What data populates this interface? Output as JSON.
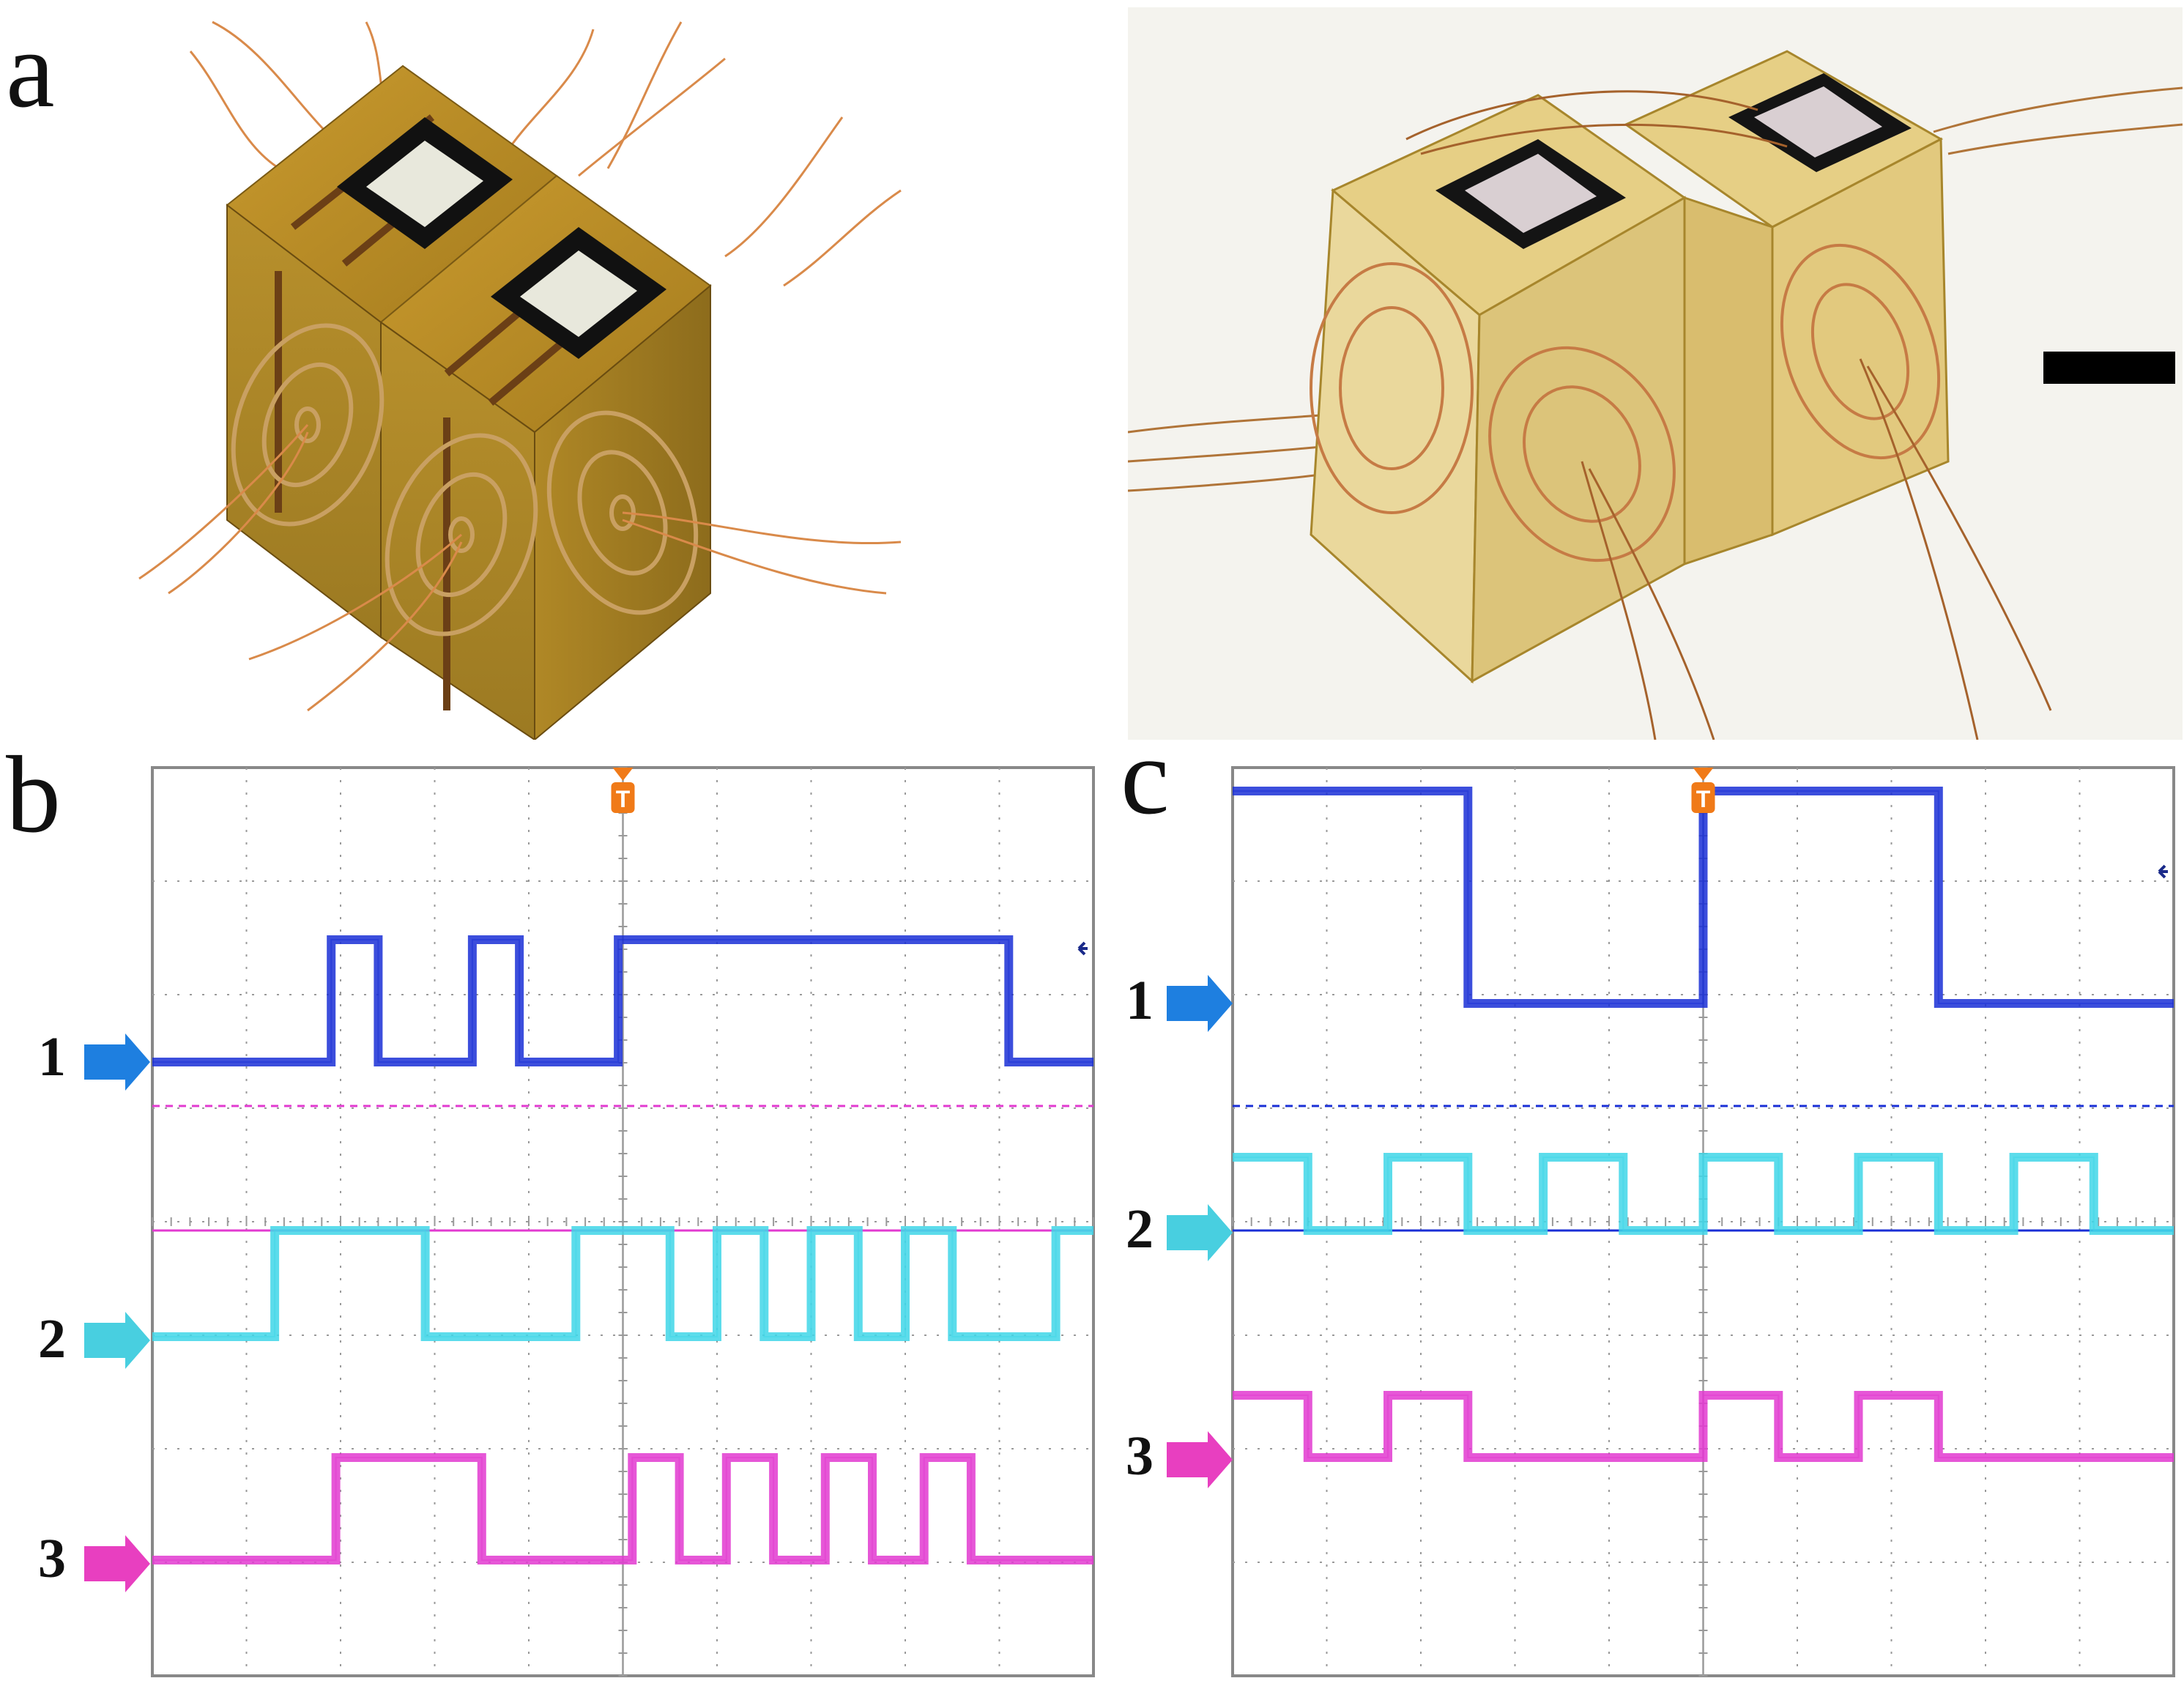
{
  "figure": {
    "panels": {
      "a": {
        "letter": "a"
      },
      "b": {
        "letter": "b"
      },
      "c": {
        "letter": "c"
      }
    },
    "channel_labels": [
      "1",
      "2",
      "3"
    ],
    "trigger_marker": "T",
    "colors": {
      "ch1": "#1a2fd6",
      "ch2": "#3fd6e8",
      "ch3": "#e23ad0",
      "arrow1": "#1e7fe0",
      "arrow2": "#48cfe0",
      "arrow3": "#e83fc0",
      "trigger": "#f07a18",
      "cube": "#b58a2a",
      "grid": "#9a9a9a"
    },
    "icons": {
      "trigger": "trigger-icon",
      "channel_arrow": "channel-arrow-icon",
      "scale_bar": "scale-bar-icon"
    }
  },
  "chart_data": [
    {
      "panel": "b",
      "type": "line",
      "grid_divisions": {
        "x": 10,
        "y": 8
      },
      "series": [
        {
          "label": "1",
          "levels": [
            [
              0,
              0
            ],
            [
              1.9,
              0
            ],
            [
              1.9,
              1
            ],
            [
              2.4,
              1
            ],
            [
              2.4,
              0
            ],
            [
              3.4,
              0
            ],
            [
              3.4,
              1
            ],
            [
              3.9,
              1
            ],
            [
              3.9,
              0
            ],
            [
              4.95,
              0
            ],
            [
              4.95,
              1
            ],
            [
              9.1,
              1
            ],
            [
              9.1,
              0
            ],
            [
              10,
              0
            ]
          ]
        },
        {
          "label": "2",
          "levels": [
            [
              0,
              0
            ],
            [
              1.3,
              0
            ],
            [
              1.3,
              1
            ],
            [
              2.9,
              1
            ],
            [
              2.9,
              0
            ],
            [
              4.5,
              0
            ],
            [
              4.5,
              1
            ],
            [
              5.5,
              1
            ],
            [
              5.5,
              0
            ],
            [
              6.0,
              0
            ],
            [
              6.0,
              1
            ],
            [
              6.5,
              1
            ],
            [
              6.5,
              0
            ],
            [
              7.0,
              0
            ],
            [
              7.0,
              1
            ],
            [
              7.5,
              1
            ],
            [
              7.5,
              0
            ],
            [
              8.0,
              0
            ],
            [
              8.0,
              1
            ],
            [
              8.5,
              1
            ],
            [
              8.5,
              0
            ],
            [
              9.6,
              0
            ],
            [
              9.6,
              1
            ],
            [
              10,
              1
            ]
          ]
        },
        {
          "label": "3",
          "levels": [
            [
              0,
              0
            ],
            [
              1.95,
              0
            ],
            [
              1.95,
              1
            ],
            [
              3.5,
              1
            ],
            [
              3.5,
              0
            ],
            [
              5.1,
              0
            ],
            [
              5.1,
              1
            ],
            [
              5.6,
              1
            ],
            [
              5.6,
              0
            ],
            [
              6.1,
              0
            ],
            [
              6.1,
              1
            ],
            [
              6.6,
              1
            ],
            [
              6.6,
              0
            ],
            [
              7.15,
              0
            ],
            [
              7.15,
              1
            ],
            [
              7.65,
              1
            ],
            [
              7.65,
              0
            ],
            [
              8.2,
              0
            ],
            [
              8.2,
              1
            ],
            [
              8.7,
              1
            ],
            [
              8.7,
              0
            ],
            [
              10,
              0
            ]
          ]
        }
      ]
    },
    {
      "panel": "c",
      "type": "line",
      "grid_divisions": {
        "x": 10,
        "y": 8
      },
      "series": [
        {
          "label": "1",
          "levels": [
            [
              0,
              1
            ],
            [
              2.5,
              1
            ],
            [
              2.5,
              0
            ],
            [
              5.0,
              0
            ],
            [
              5.0,
              1
            ],
            [
              7.5,
              1
            ],
            [
              7.5,
              0
            ],
            [
              10,
              0
            ]
          ]
        },
        {
          "label": "2",
          "levels": [
            [
              0,
              1
            ],
            [
              0.8,
              1
            ],
            [
              0.8,
              0
            ],
            [
              1.65,
              0
            ],
            [
              1.65,
              1
            ],
            [
              2.5,
              1
            ],
            [
              2.5,
              0
            ],
            [
              3.3,
              0
            ],
            [
              3.3,
              1
            ],
            [
              4.15,
              1
            ],
            [
              4.15,
              0
            ],
            [
              5.0,
              0
            ],
            [
              5.0,
              1
            ],
            [
              5.8,
              1
            ],
            [
              5.8,
              0
            ],
            [
              6.65,
              0
            ],
            [
              6.65,
              1
            ],
            [
              7.5,
              1
            ],
            [
              7.5,
              0
            ],
            [
              8.3,
              0
            ],
            [
              8.3,
              1
            ],
            [
              9.15,
              1
            ],
            [
              9.15,
              0
            ],
            [
              10,
              0
            ]
          ]
        },
        {
          "label": "3",
          "levels": [
            [
              0,
              1
            ],
            [
              0.8,
              1
            ],
            [
              0.8,
              0
            ],
            [
              1.65,
              0
            ],
            [
              1.65,
              1
            ],
            [
              2.5,
              1
            ],
            [
              2.5,
              0
            ],
            [
              5.0,
              0
            ],
            [
              5.0,
              1
            ],
            [
              5.8,
              1
            ],
            [
              5.8,
              0
            ],
            [
              6.65,
              0
            ],
            [
              6.65,
              1
            ],
            [
              7.5,
              1
            ],
            [
              7.5,
              0
            ],
            [
              10,
              0
            ]
          ]
        }
      ]
    }
  ]
}
